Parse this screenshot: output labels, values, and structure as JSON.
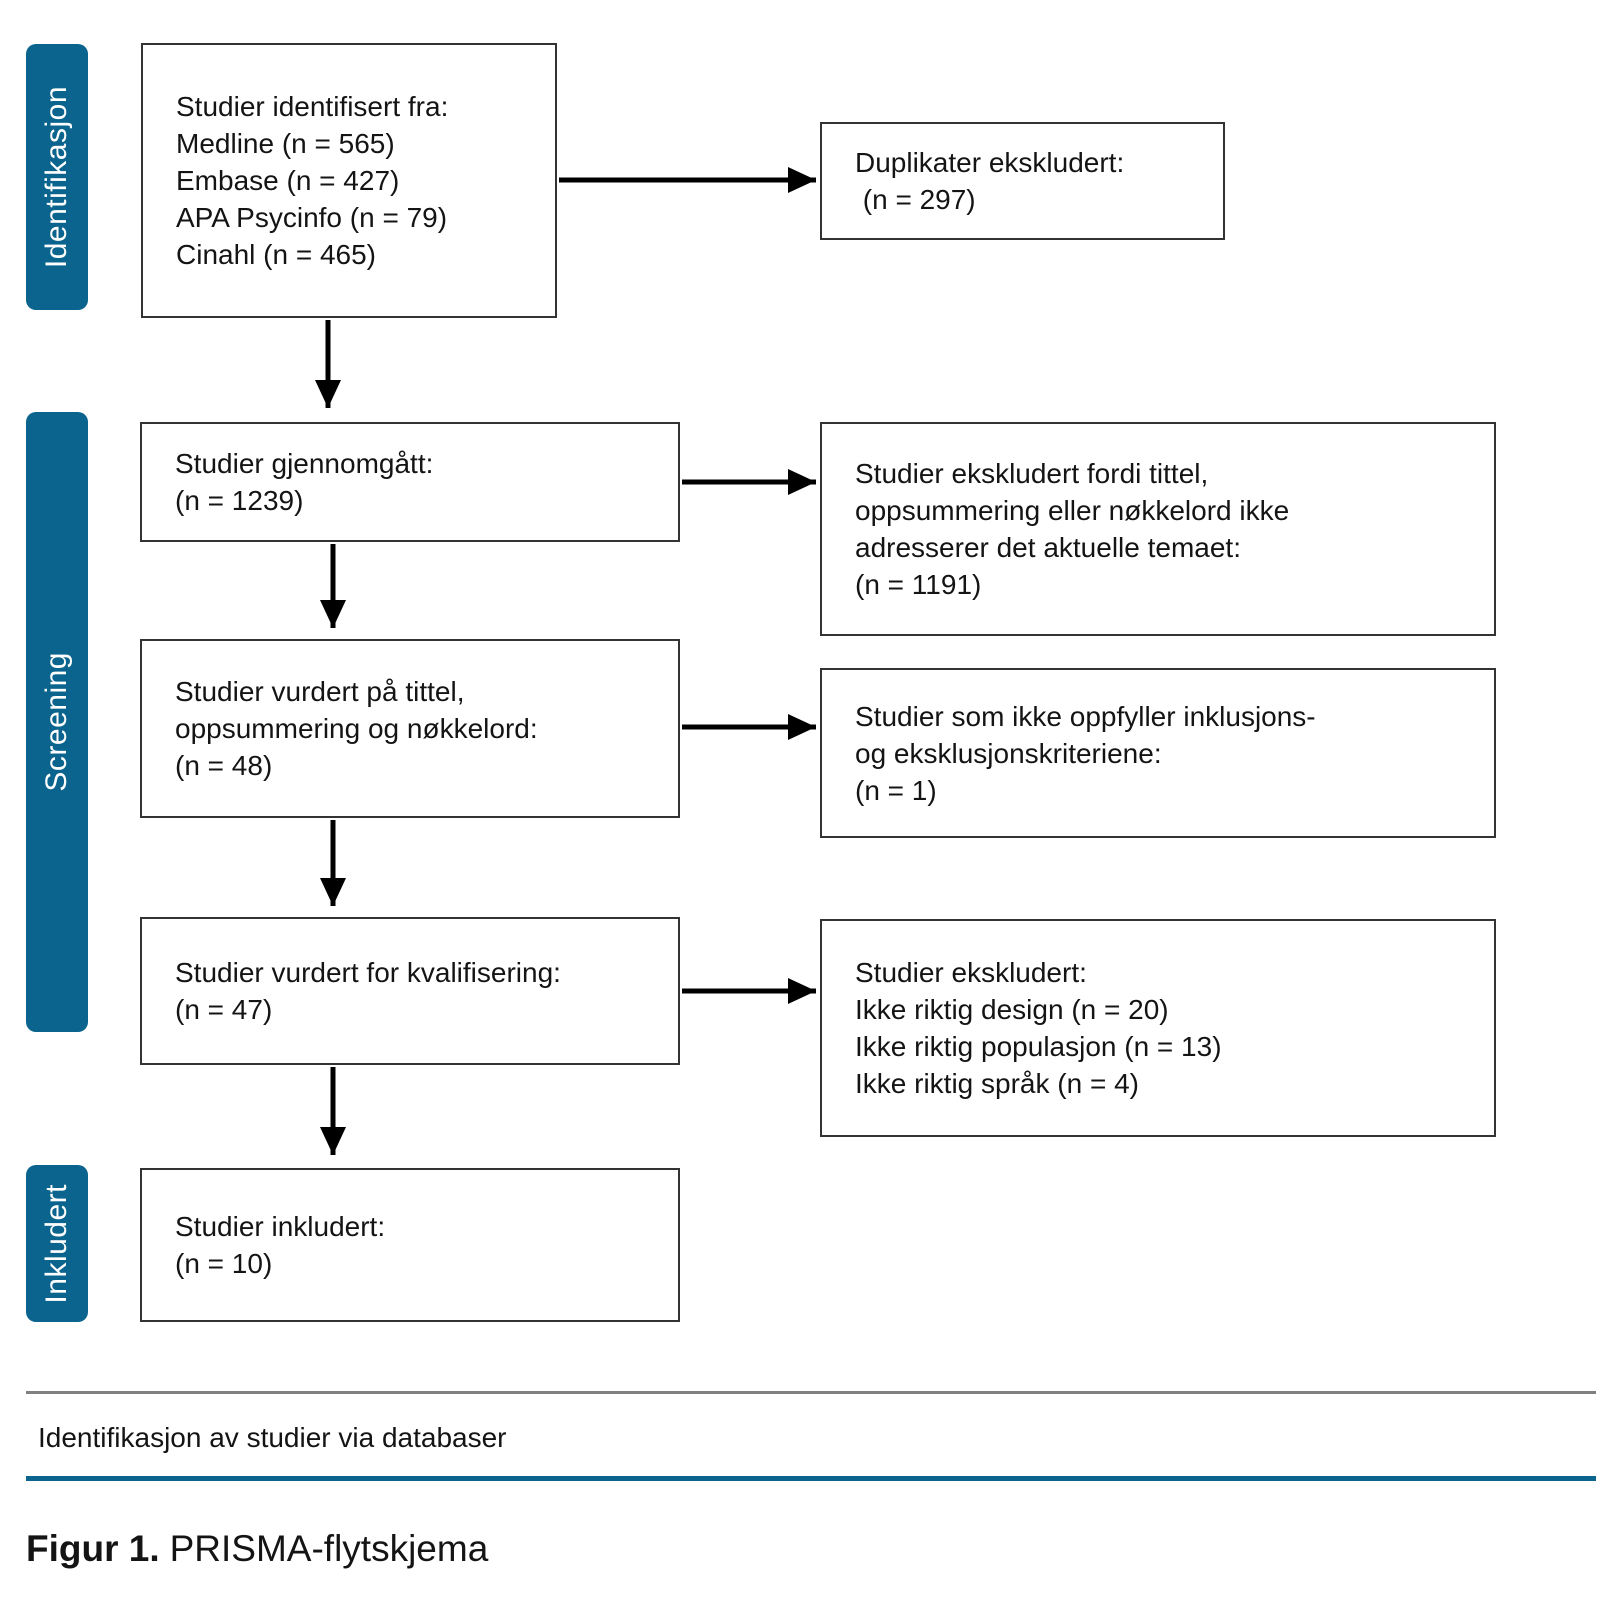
{
  "figure": {
    "stages": [
      {
        "label": "Identifikasjon"
      },
      {
        "label": "Screening"
      },
      {
        "label": "Inkludert"
      }
    ],
    "left_boxes": [
      {
        "lines": [
          "Studier identifisert fra:",
          "Medline (n = 565)",
          "Embase (n = 427)",
          "APA Psycinfo (n = 79)",
          "Cinahl (n = 465)"
        ]
      },
      {
        "lines": [
          "Studier gjennomgått:",
          "(n = 1239)"
        ]
      },
      {
        "lines": [
          "Studier vurdert på tittel,",
          "oppsummering og nøkkelord:",
          "(n = 48)"
        ]
      },
      {
        "lines": [
          "Studier vurdert for kvalifisering:",
          "(n = 47)"
        ]
      },
      {
        "lines": [
          "Studier inkludert:",
          "(n = 10)"
        ]
      }
    ],
    "right_boxes": [
      {
        "lines": [
          "Duplikater ekskludert:",
          " (n = 297)"
        ]
      },
      {
        "lines": [
          "Studier ekskludert fordi tittel,",
          "oppsummering eller nøkkelord ikke",
          "adresserer det aktuelle temaet:",
          "(n = 1191)"
        ]
      },
      {
        "lines": [
          "Studier som ikke oppfyller inklusjons-",
          "og eksklusjonskriteriene:",
          "(n = 1)"
        ]
      },
      {
        "lines": [
          "Studier ekskludert:",
          "Ikke riktig design (n = 20)",
          "Ikke riktig populasjon (n = 13)",
          "Ikke riktig språk (n = 4)"
        ]
      }
    ],
    "footer_note": "Identifikasjon av studier via databaser",
    "caption": {
      "prefix": "Figur 1.",
      "text": "PRISMA-flytskjema"
    }
  },
  "colors": {
    "accent": "#0b648e",
    "box_border": "#333333",
    "rule_gray": "#808080",
    "text": "#141414"
  }
}
